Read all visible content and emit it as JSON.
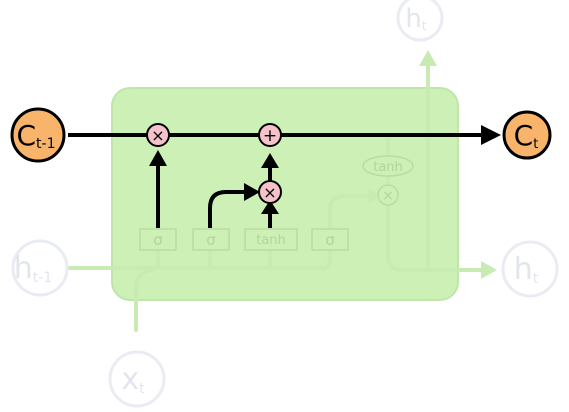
{
  "nodes": {
    "c_prev": {
      "main": "C",
      "sub": "t-1"
    },
    "c_next": {
      "main": "C",
      "sub": "t"
    },
    "h_prev": {
      "main": "h",
      "sub": "t-1"
    },
    "h_next_right": {
      "main": "h",
      "sub": "t"
    },
    "h_next_top": {
      "main": "h",
      "sub": "t"
    },
    "x_in": {
      "main": "x",
      "sub": "t"
    }
  },
  "gates": {
    "forget_sigma": "σ",
    "input_sigma": "σ",
    "candidate_tanh": "tanh",
    "output_sigma": "σ",
    "cell_tanh": "tanh"
  },
  "ops": {
    "forget_mult": "×",
    "input_mult": "×",
    "output_mult": "×",
    "cell_add": "+"
  },
  "colors": {
    "cell_bg": "#ccf0b6",
    "cell_border": "#bfe6a8",
    "faded": "#c7ebb3",
    "faded_stroke": "#b8dca2",
    "orange": "#f8b46a",
    "pink": "#f5c2c9",
    "line": "#000000"
  }
}
